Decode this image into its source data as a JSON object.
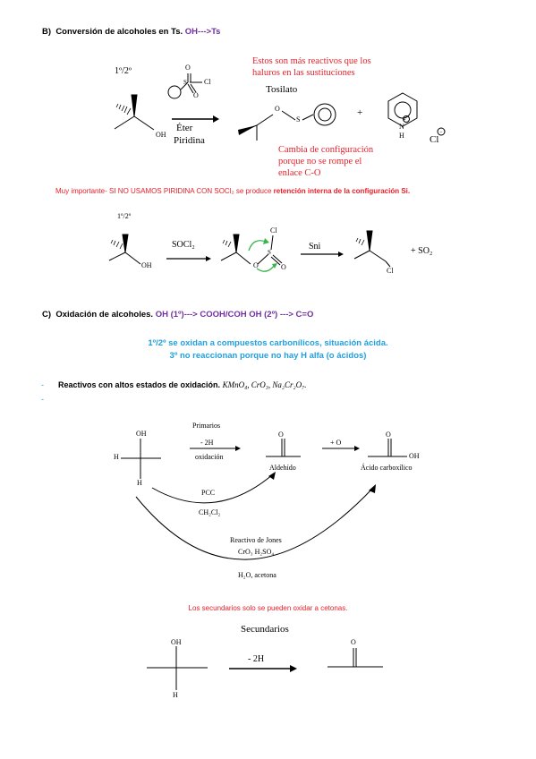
{
  "sectionB": {
    "letter": "B)",
    "title": "Conversión de alcoholes en Ts.",
    "title_highlight": "OH--->Ts",
    "degree_label": "1º/2º",
    "cl_label": "Cl",
    "s_label": "S",
    "o_label": "O",
    "oh_label": "OH",
    "reagent_1": "Éter",
    "reagent_2": "Piridina",
    "red_note_1_line1": "Estos son más reactivos que los",
    "red_note_1_line2": "haluros en las sustituciones",
    "tosilato_label": "Tosilato",
    "plus": "+",
    "n_label": "N",
    "h_label": "H",
    "cl_anion": "Cl",
    "red_note_2_line1": "Cambia de configuración",
    "red_note_2_line2": "porque no se rompe el",
    "red_note_2_line3": "enlace C-O",
    "warning": "Muy importante- SI NO USAMOS PIRIDINA CON SOCl₂ se produce",
    "warning_bold": "retención interna de la configuración Si.",
    "degree_label_2": "1º/2º",
    "socl2": "SOCl₂",
    "sni": "Sni",
    "so2": "+ SO₂"
  },
  "sectionC": {
    "letter": "C)",
    "title": "Oxidación de alcoholes.",
    "title_highlight": "OH (1º)---> COOH/COH  OH (2º) ---> C=O",
    "blue_line1": "1º/2º se oxidan a compuestos carbonílicos, situación ácida.",
    "blue_line2": "3º no reaccionan porque no hay H alfa (o ácidos)",
    "bullet_dash": "-",
    "bullet_text": "Reactivos con altos estados de oxidación.",
    "bullet_formula": "KMnO₄, CrO₃, Na₂Cr₂O₇.",
    "bullet_dash_2": "-",
    "primarios": "Primarios",
    "minus_2h": "- 2H",
    "oxidacion": "oxidación",
    "plus_o": "+ O",
    "aldehido": "Aldehído",
    "acido": "Ácido carboxílico",
    "h_left": "H",
    "h_bottom": "H",
    "oh_top": "OH",
    "o_ald": "O",
    "o_acid": "O",
    "oh_acid": "OH",
    "pcc": "PCC",
    "ch2cl2": "CH₂Cl₂",
    "jones_1": "Reactivo de Jones",
    "jones_2": "CrO₃ H₂SO₄",
    "jones_3": "H₂O, acetona",
    "red_secundarios": "Los secundarios solo se pueden oxidar a cetonas.",
    "secundarios": "Secundarios",
    "oh_sec": "OH",
    "h_sec": "H",
    "minus_2h_sec": "- 2H",
    "o_ketone": "O"
  },
  "colors": {
    "purple": "#7030a0",
    "red": "#e8202a",
    "blue": "#1fa0e0",
    "green": "#3ab54a"
  }
}
